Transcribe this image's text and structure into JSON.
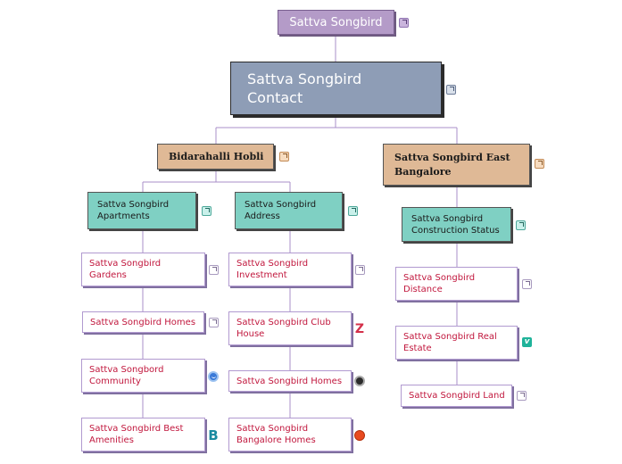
{
  "nodes": {
    "root": "Sattva Songbird",
    "main": "Sattva Songbird\nContact",
    "left_branch": "Bidarahalli Hobli",
    "right_branch": "Sattva Songbird East\nBangalore",
    "apartments": "Sattva Songbird\nApartments",
    "address": "Sattva Songbird\nAddress",
    "construction": "Sattva Songbird\nConstruction Status",
    "gardens": "Sattva Songbird\nGardens",
    "homes": "Sattva Songbird Homes",
    "community": "Sattva Songbord\nCommunity",
    "amenities": "Sattva Songbird Best\nAmenities",
    "investment": "Sattva Songbird\nInvestment",
    "club_house": "Sattva Songbird Club\nHouse",
    "homes2": "Sattva Songbird Homes",
    "bangalore_homes": "Sattva Songbird\nBangalore Homes",
    "distance": "Sattva Songbird\nDistance",
    "real_estate": "Sattva Songbird Real\nEstate",
    "land": "Sattva Songbird Land"
  },
  "icons": {
    "z_letter": "Z",
    "v_letter": "v",
    "b_letter": "B"
  }
}
